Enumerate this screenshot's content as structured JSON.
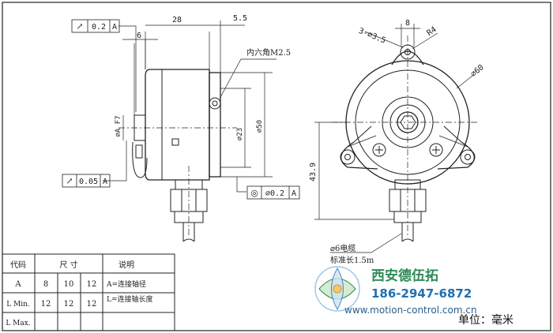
{
  "dims": {
    "d28": "28",
    "d5_5": "5.5",
    "d6": "6",
    "d8": "8",
    "holes": "3-⌀3.5",
    "r4": "R4",
    "phi60": "⌀60",
    "phi23": "⌀23",
    "phi50": "⌀50",
    "shaftA": "⌀A F7",
    "d43_9": "43.9",
    "hex": "内六角M2.5",
    "cable1": "⌀6电缆",
    "cable2": "标准长1.5m"
  },
  "tol": {
    "t1_sym": "↗",
    "t1_val": "0.2",
    "t1_ref": "A",
    "t2_sym": "↗",
    "t2_val": "0.05",
    "t2_ref": "A",
    "t3_sym": "◎",
    "t3_val": "⌀0.2",
    "t3_ref": "A"
  },
  "table": {
    "h_code": "代码",
    "h_size": "尺 寸",
    "h_desc": "说明",
    "rows": [
      {
        "code": "A",
        "v1": "8",
        "v2": "10",
        "v3": "12"
      },
      {
        "code": "L Min.",
        "v1": "12",
        "v2": "12",
        "v3": "12"
      },
      {
        "code": "L Max.",
        "v1": "",
        "v2": "",
        "v3": ""
      }
    ],
    "note1": "A=连接轴径",
    "note2": "L=连接轴长度"
  },
  "brand": {
    "name": "西安德伍拓",
    "phone": "186-2947-6872",
    "url": "www.motion-control.com.cn"
  },
  "unit": "单位：毫米",
  "colors": {
    "line": "#222222",
    "brand_green": "#2e8b57",
    "brand_blue": "#1e6fb0"
  }
}
